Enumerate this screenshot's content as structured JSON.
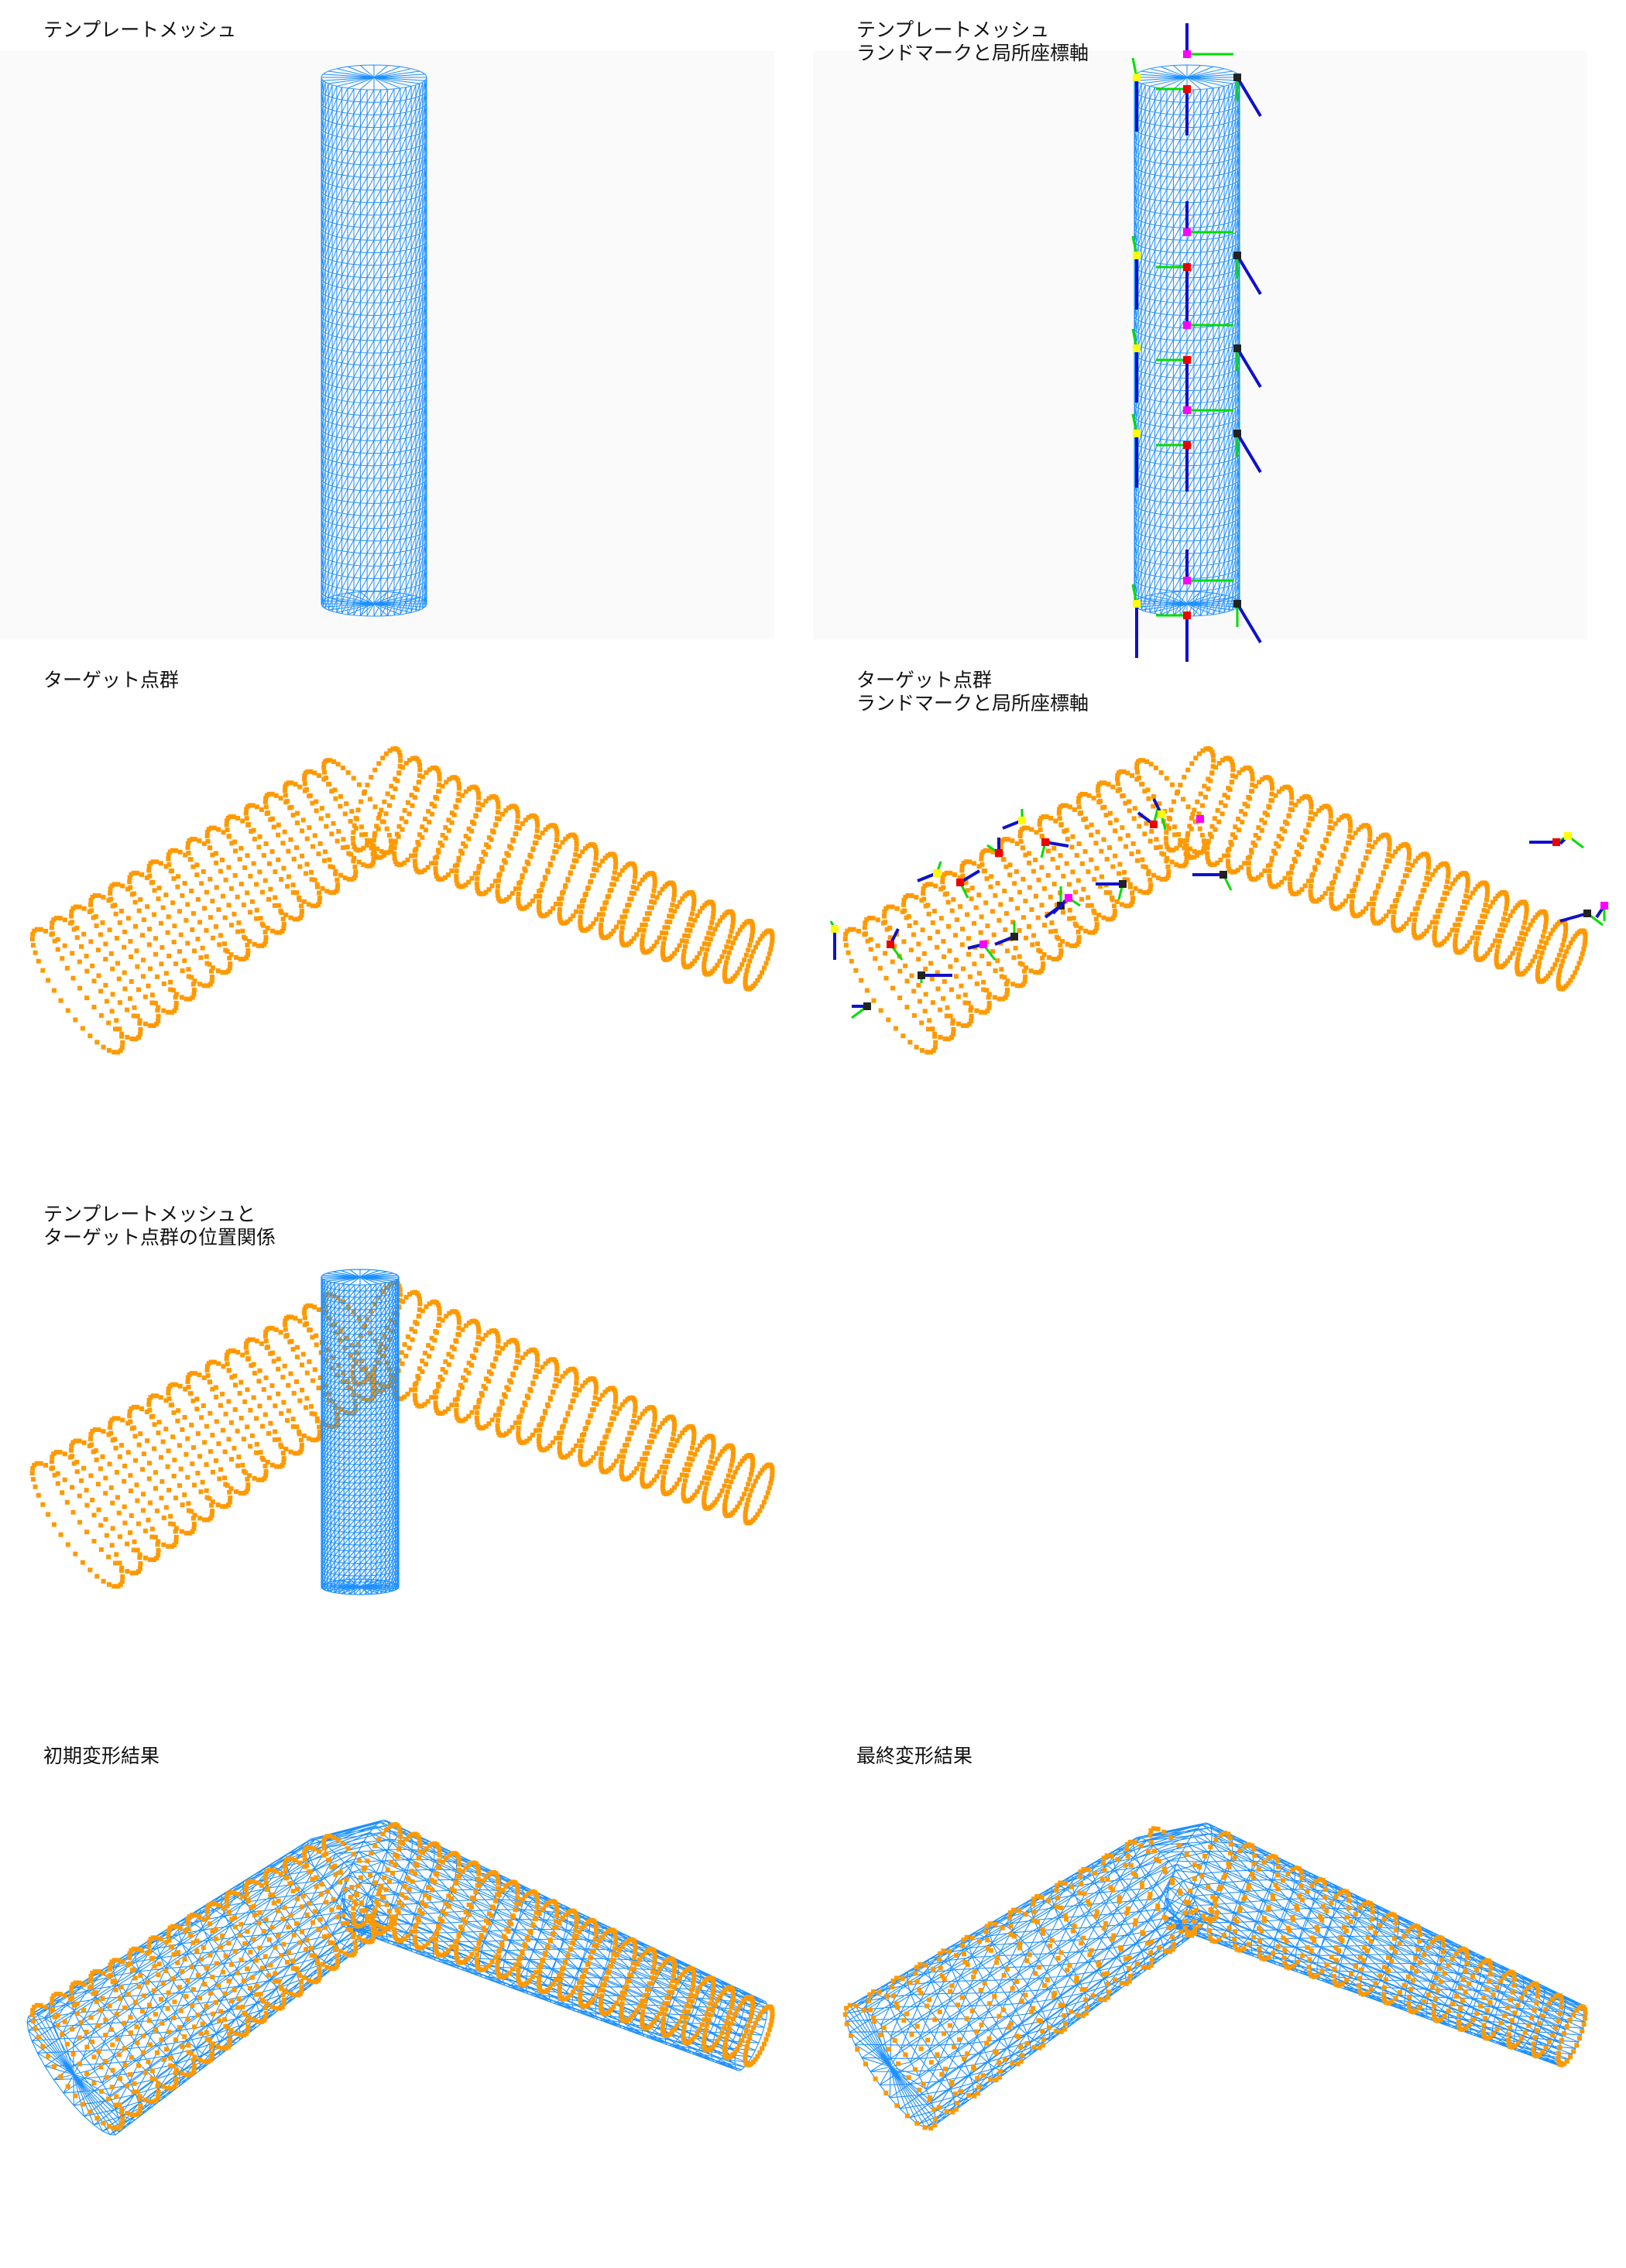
{
  "panels": {
    "p1": {
      "title": "テンプレートメッシュ"
    },
    "p2": {
      "title": "テンプレートメッシュ\nランドマークと局所座標軸"
    },
    "p3": {
      "title": "ターゲット点群"
    },
    "p4": {
      "title": "ターゲット点群\nランドマークと局所座標軸"
    },
    "p5": {
      "title": "テンプレートメッシュと\nターゲット点群の位置関係"
    },
    "p6": {
      "title": "初期変形結果"
    },
    "p7": {
      "title": "最終変形結果"
    }
  },
  "colors": {
    "mesh": "#1e90ff",
    "points": "#ff9900",
    "axis_x": "#1010cc",
    "axis_y": "#00dd00",
    "landmark_red": "#ee0000",
    "landmark_magenta": "#ff00ff",
    "landmark_yellow": "#ffff00",
    "landmark_black": "#222222",
    "background": "#fafafa"
  }
}
